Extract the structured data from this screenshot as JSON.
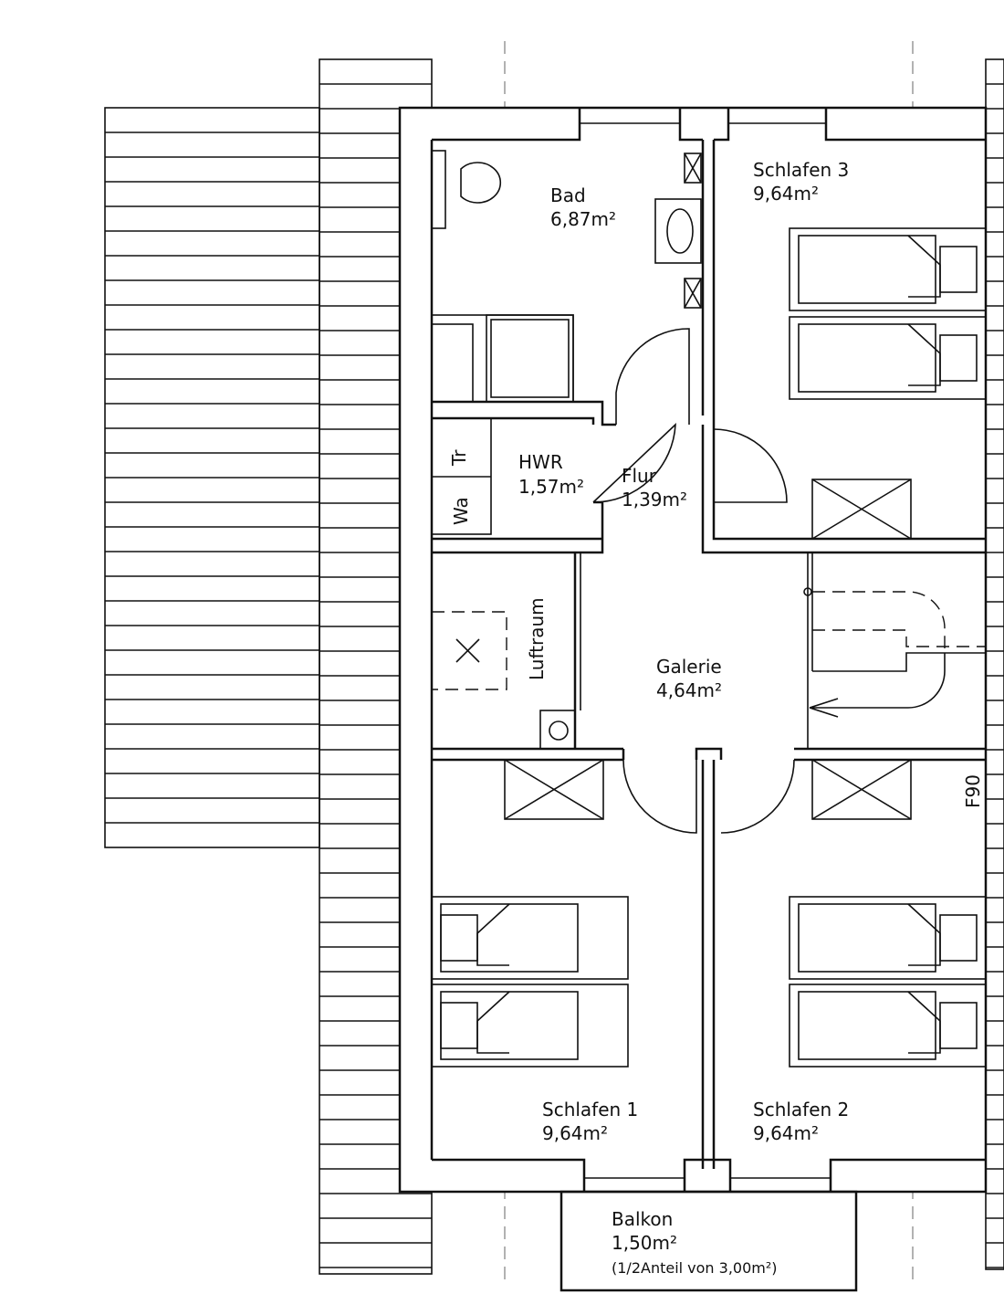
{
  "rooms": {
    "bad": {
      "name": "Bad",
      "area": "6,87m²"
    },
    "schlafen3": {
      "name": "Schlafen 3",
      "area": "9,64m²"
    },
    "hwr": {
      "name": "HWR",
      "area": "1,57m²"
    },
    "flur": {
      "name": "Flur",
      "area": "1,39m²"
    },
    "luftraum": {
      "name": "Luftraum"
    },
    "galerie": {
      "name": "Galerie",
      "area": "4,64m²"
    },
    "schlafen1": {
      "name": "Schlafen 1",
      "area": "9,64m²"
    },
    "schlafen2": {
      "name": "Schlafen 2",
      "area": "9,64m²"
    },
    "balkon": {
      "name": "Balkon",
      "area": "1,50m²",
      "note": "(1/2Anteil von 3,00m²)"
    }
  },
  "appliances": {
    "dryer": "Tr",
    "washer": "Wa"
  },
  "fire_rating": "F90"
}
